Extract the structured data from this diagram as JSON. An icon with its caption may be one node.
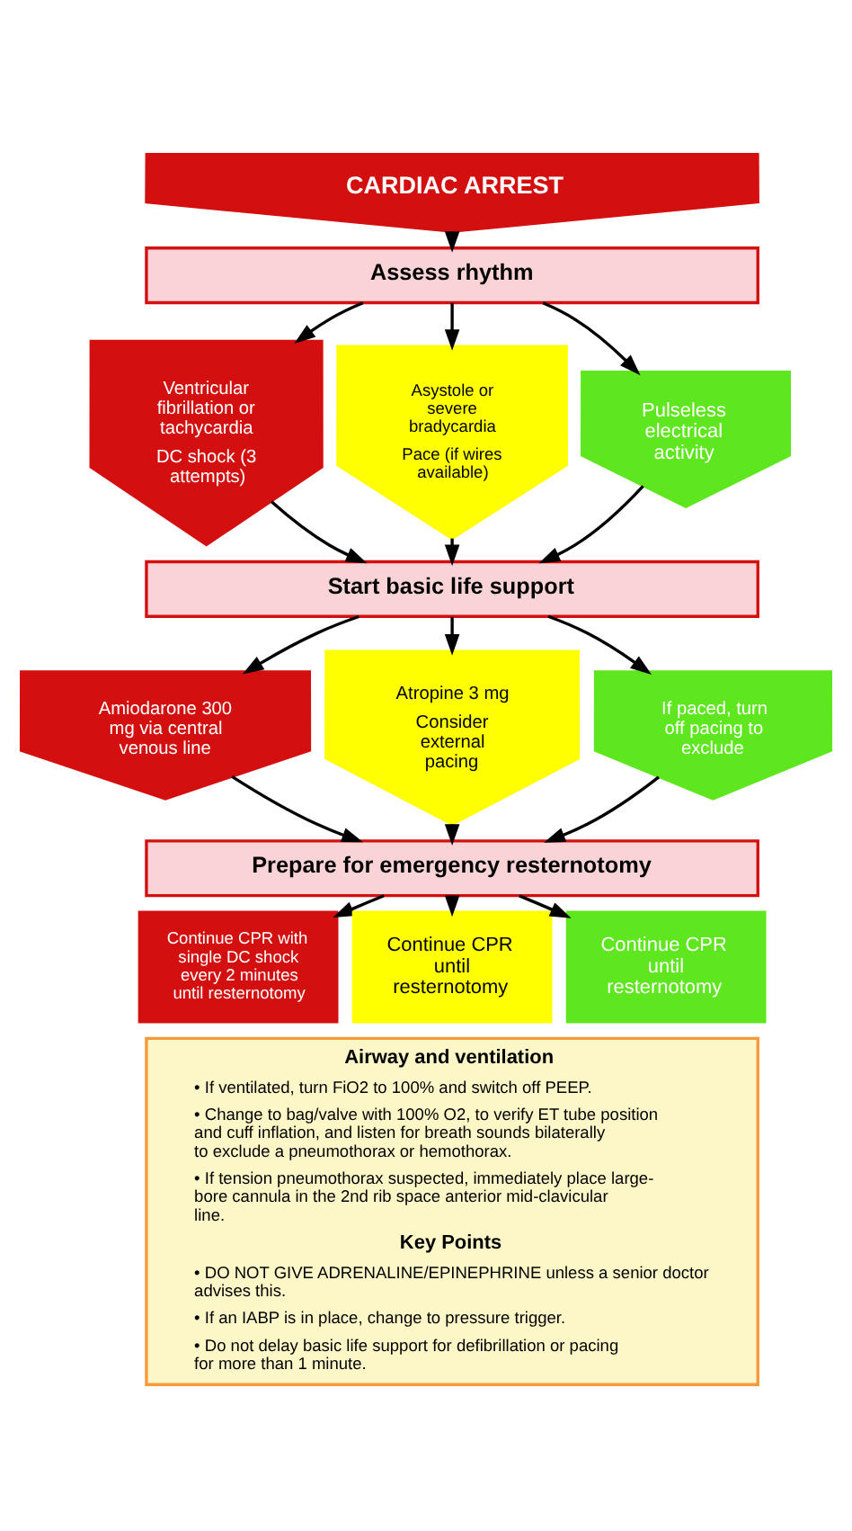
{
  "diagram": {
    "nodes": [
      {
        "text": [
          "CARDIAC ARREST"
        ]
      },
      {
        "text": [
          "Assess rhythm"
        ]
      },
      {
        "text": [
          "Ventricular fibrillation or tachycardia",
          "DC shock (3 attempts)"
        ]
      },
      {
        "text": [
          "Asystole or severe bradycardia",
          "Pace (if wires available)"
        ]
      },
      {
        "text": [
          "Pulseless electrical activity"
        ]
      },
      {
        "text": [
          "Start basic life support"
        ]
      },
      {
        "text": [
          "Amiodarone 300 mg via central venous line"
        ]
      },
      {
        "text": [
          "Atropine 3 mg",
          "Consider external pacing"
        ]
      },
      {
        "text": [
          "If paced, turn off pacing to exclude"
        ]
      },
      {
        "text": [
          "Prepare for emergency resternotomy"
        ]
      },
      {
        "text": [
          "Continue CPR with single DC shock every 2 minutes until resternotomy"
        ]
      },
      {
        "text": [
          "Continue CPR until resternotomy"
        ]
      },
      {
        "text": [
          "Continue CPR until resternotomy"
        ]
      },
      {
        "text": [
          "Airway and ventilation",
          "• If ventilated, turn FiO2 to 100% and switch off PEEP.",
          "• Change to bag/valve with 100% O2, to verify ET tube position and cuff inflation, and listen for breath sounds bilaterally to exclude a pneumothorax or hemothorax.",
          "• If tension pneumothorax suspected, immediately place large-bore cannula in the 2nd rib space anterior mid-clavicular line.",
          "Key Points",
          "• DO NOT GIVE ADRENALINE/EPINEPHRINE unless a senior doctor advises this.",
          "• If an IABP is in place, change to pressure trigger.",
          "• Do not delay basic life support for defibrillation or pacing for more than 1 minute."
        ]
      }
    ],
    "edges": [
      {
        "from": 0,
        "to": 1,
        "arrow": "to"
      },
      {
        "from": 1,
        "to": 2,
        "arrow": "to"
      },
      {
        "from": 1,
        "to": 3,
        "arrow": "to"
      },
      {
        "from": 1,
        "to": 4,
        "arrow": "to"
      },
      {
        "from": 2,
        "to": 5,
        "arrow": "to"
      },
      {
        "from": 3,
        "to": 5,
        "arrow": "to"
      },
      {
        "from": 4,
        "to": 5,
        "arrow": "to"
      },
      {
        "from": 5,
        "to": 6,
        "arrow": "to"
      },
      {
        "from": 5,
        "to": 7,
        "arrow": "to"
      },
      {
        "from": 5,
        "to": 8,
        "arrow": "to"
      },
      {
        "from": 6,
        "to": 9,
        "arrow": "to"
      },
      {
        "from": 7,
        "to": 9,
        "arrow": "to"
      },
      {
        "from": 8,
        "to": 9,
        "arrow": "to"
      },
      {
        "from": 9,
        "to": 10,
        "arrow": "to"
      },
      {
        "from": 9,
        "to": 11,
        "arrow": "to"
      },
      {
        "from": 9,
        "to": 12,
        "arrow": "to"
      }
    ]
  }
}
